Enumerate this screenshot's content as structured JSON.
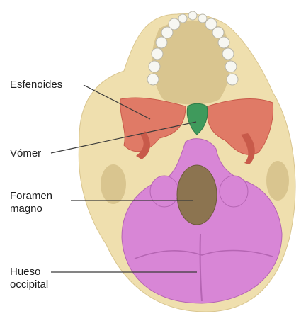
{
  "labels": {
    "esfenoides": "Esfenoides",
    "vomer": "Vómer",
    "foramen": "Foramen\nmagno",
    "hueso": "Hueso\noccipital"
  },
  "colors": {
    "bone": "#efdfae",
    "bone_shadow": "#d9c58f",
    "sphenoid": "#e07a66",
    "sphenoid_dark": "#c85a4a",
    "vomer": "#3f9a5c",
    "occipital": "#d886d6",
    "occipital_dark": "#b565b3",
    "foramen": "#8c7450",
    "teeth": "#f7f7f2",
    "leader": "#3a3a3a"
  },
  "icons": [
    "skull-base-illustration"
  ]
}
